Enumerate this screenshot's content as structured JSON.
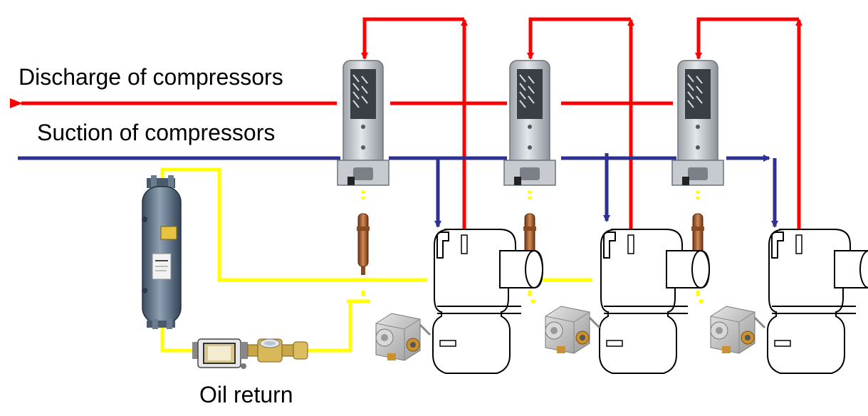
{
  "labels": {
    "discharge": "Discharge of compressors",
    "suction": "Suction of compressors",
    "oil_return": "Oil return"
  },
  "colors": {
    "discharge_line": "#ff0000",
    "suction_line": "#2e3192",
    "oil_line": "#ffff00",
    "separator_body": "#c8ccd1",
    "oil_reservoir": "#5d7188",
    "oil_level_regulator": "#a55a2a",
    "valve_block": "#c7c7c7"
  },
  "units": [
    {
      "name": "compressor-1"
    },
    {
      "name": "compressor-2"
    },
    {
      "name": "compressor-3"
    }
  ]
}
